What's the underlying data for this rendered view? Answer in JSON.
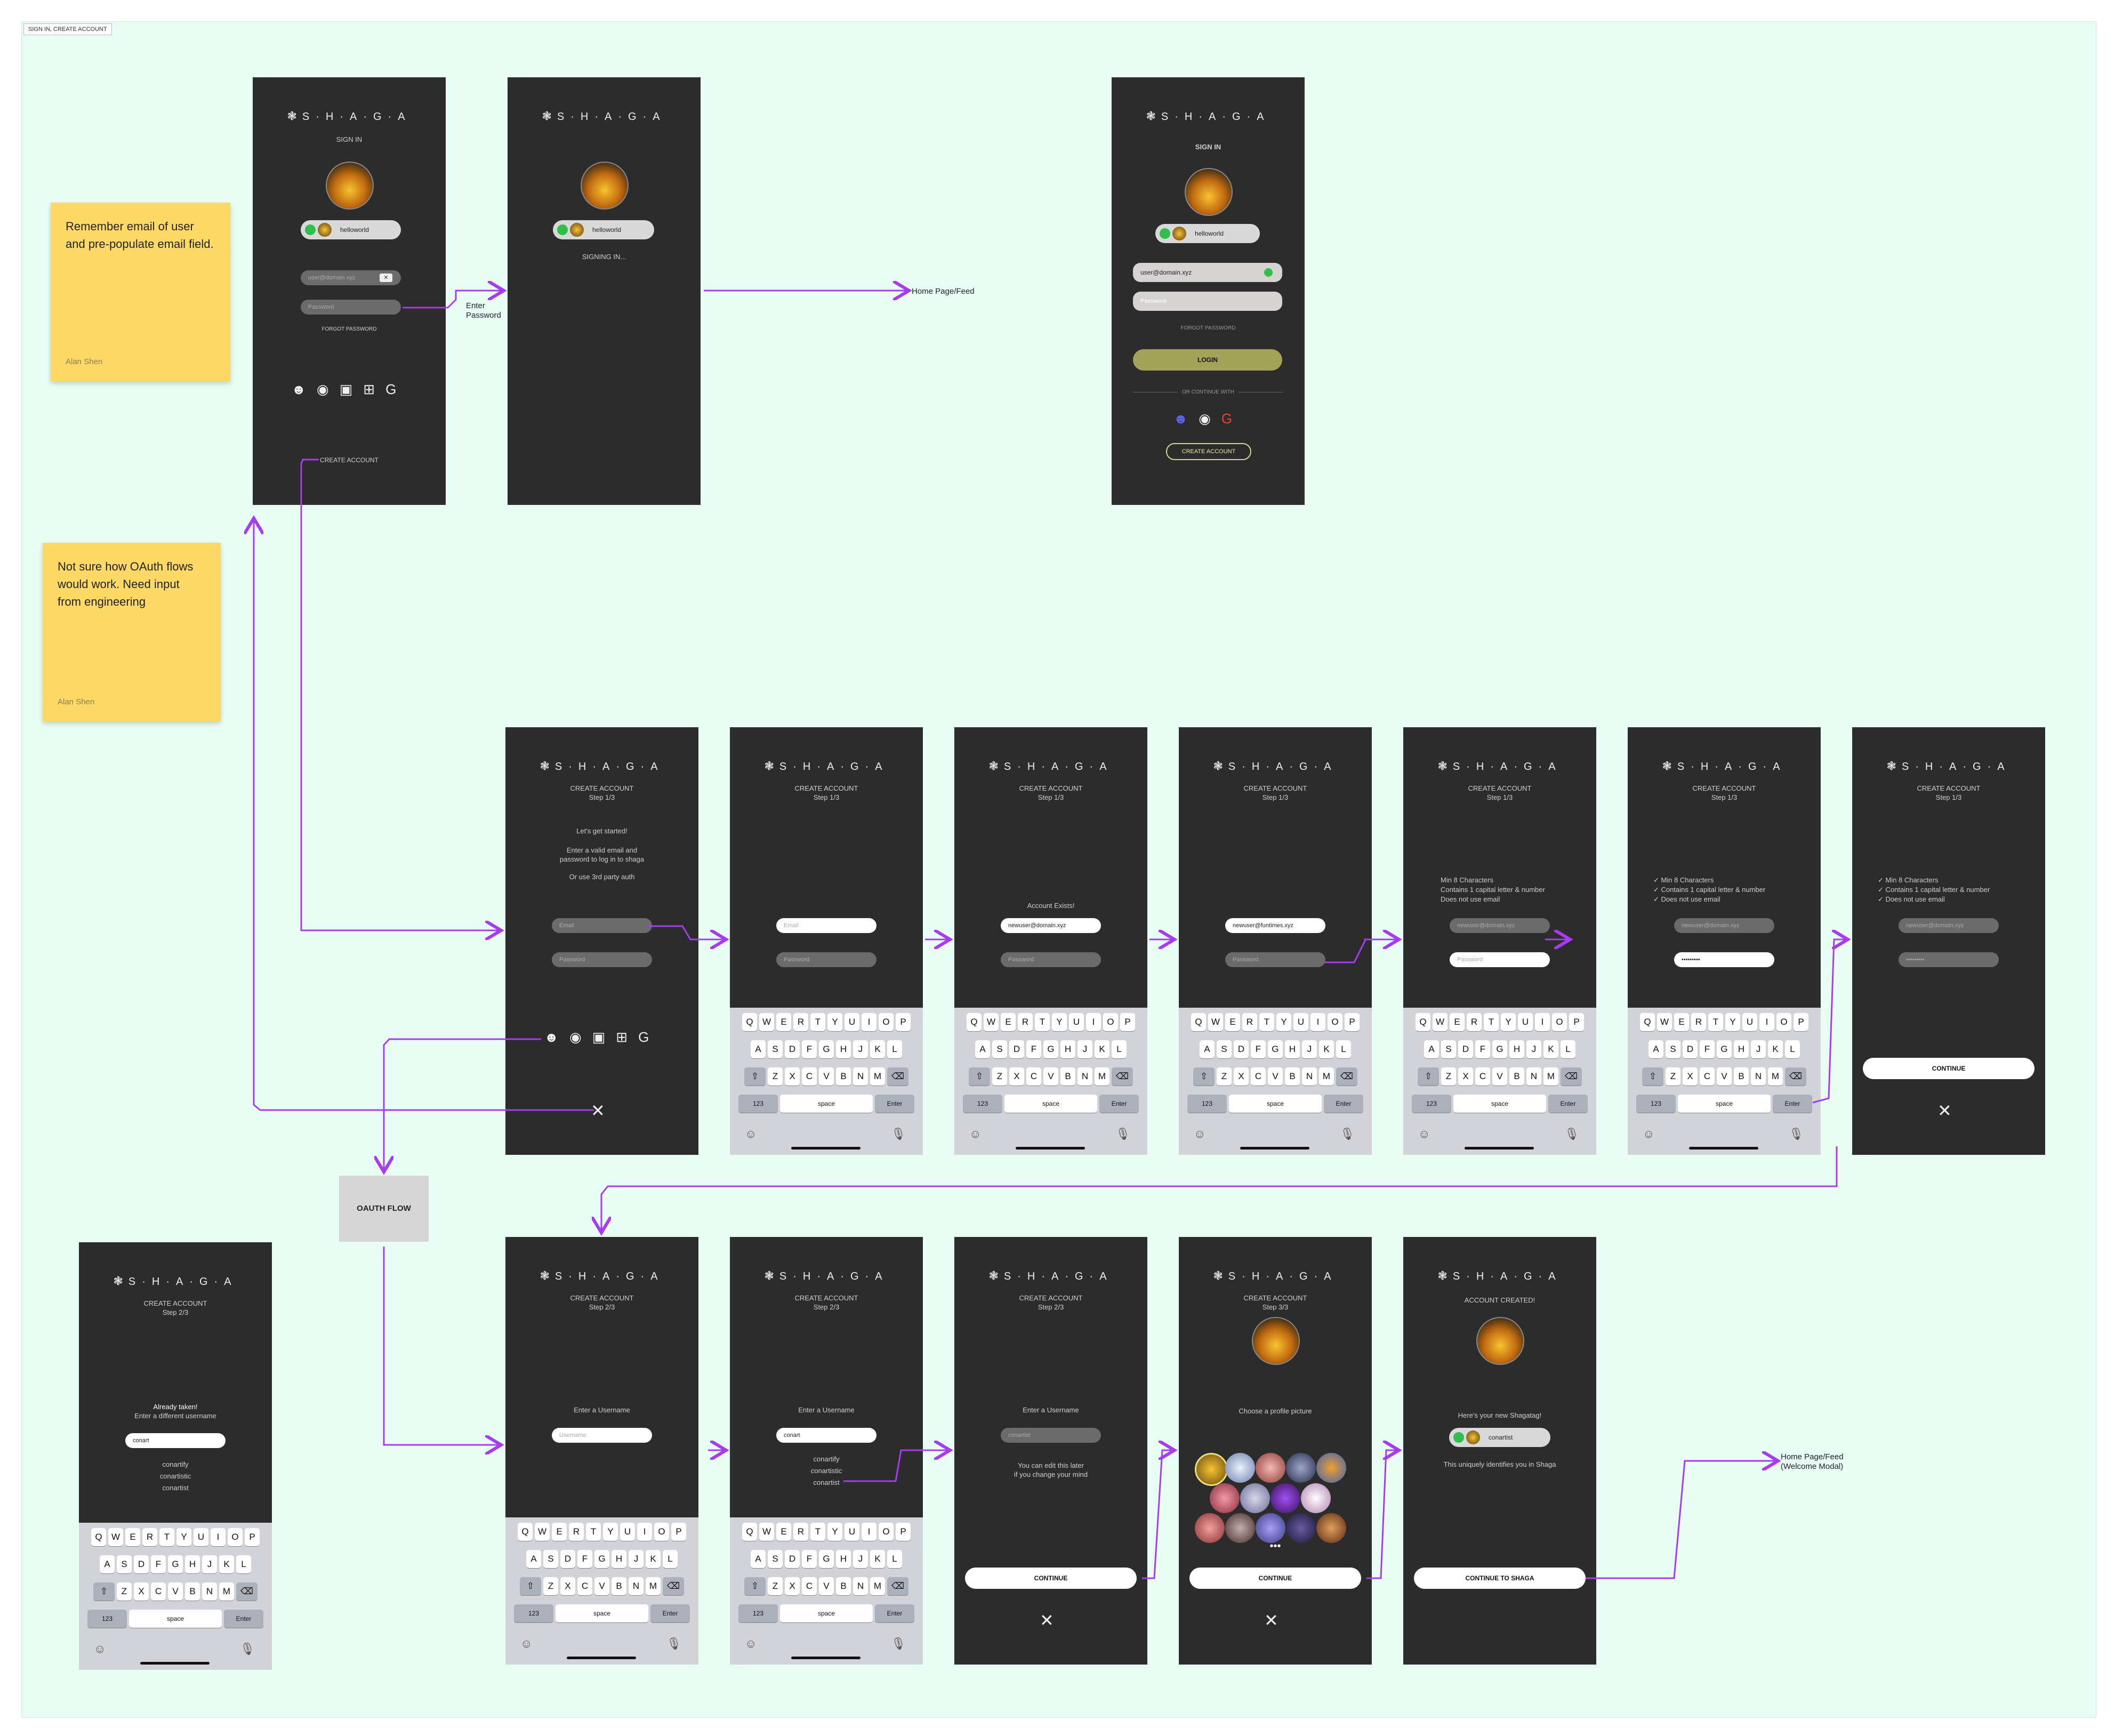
{
  "section": "SIGN IN, CREATE ACCOUNT",
  "logo": "S·H·A·G·A",
  "notes": [
    {
      "text": "Remember email of user and pre-populate email field.",
      "author": "Alan Shen"
    },
    {
      "text": "Not sure how OAuth flows would work. Need input from engineering",
      "author": "Alan Shen"
    }
  ],
  "labels": {
    "enter_password": "Enter\nPassword",
    "home_feed": "Home Page/Feed",
    "home_feed_welcome": "Home Page/Feed\n(Welcome Modal)",
    "oauth_flow": "OAUTH FLOW"
  },
  "signin": {
    "title": "SIGN IN",
    "username": "helloworld",
    "email_placeholder": "user@domain.xyz",
    "password_placeholder": "Password",
    "forgot": "FORGOT PASSWORD",
    "create": "CREATE ACCOUNT",
    "signing_in": "SIGNING IN...",
    "email_value": "user@domain.xyz",
    "login": "LOGIN",
    "or_continue": "OR CONTINUE WITH"
  },
  "create": {
    "title": "CREATE ACCOUNT",
    "step1": "Step 1/3",
    "step2": "Step 2/3",
    "step3": "Step 3/3",
    "intro1": "Let's get started!",
    "intro2": "Enter a valid email and\npassword to log in to shaga",
    "intro3": "Or use 3rd party auth",
    "email_placeholder": "Email",
    "password_placeholder": "Password",
    "account_exists": "Account Exists!",
    "email_exists": "newuser@domain.xyz",
    "email_new": "newuser@funtimes.xyz",
    "email_faded": "newuser@domain.xyz",
    "rule1": "Min 8 Characters",
    "rule2": "Contains 1 capital letter & number",
    "rule3": "Does not use email",
    "password_dots": "•••••••••",
    "continue": "CONTINUE",
    "enter_username": "Enter a Username",
    "username_placeholder": "Username",
    "typed": "conart",
    "suggest1": "conartify",
    "suggest2": "conartistic",
    "suggest3": "conartist",
    "already_taken": "Already taken!",
    "different": "Enter a different username",
    "edit_later": "You can edit this later\nif you change your mind",
    "username_filled": "conartist",
    "choose_pic": "Choose a profile picture",
    "more": "•••",
    "created": "ACCOUNT CREATED!",
    "new_tag": "Here's your new Shagatag!",
    "identifies": "This uniquely identifies you in Shaga",
    "continue_shaga": "CONTINUE TO SHAGA"
  },
  "keyboard": {
    "row1": [
      "Q",
      "W",
      "E",
      "R",
      "T",
      "Y",
      "U",
      "I",
      "O",
      "P"
    ],
    "row2": [
      "A",
      "S",
      "D",
      "F",
      "G",
      "H",
      "J",
      "K",
      "L"
    ],
    "row3": [
      "Z",
      "X",
      "C",
      "V",
      "B",
      "N",
      "M"
    ],
    "num": "123",
    "space": "space",
    "enter": "Enter"
  },
  "colors": {
    "flow": "#a63cf0",
    "board": "#e8fdf4",
    "sticky": "#ffd966",
    "phone": "#2c2c2c",
    "login": "#a3a35a",
    "valid": "#2ec04a"
  },
  "icons": [
    "discord-icon",
    "steam-icon",
    "twitch-icon",
    "windows-icon",
    "google-icon",
    "close-icon",
    "check-icon",
    "emoji-icon",
    "mic-icon",
    "shift-icon",
    "backspace-icon"
  ]
}
